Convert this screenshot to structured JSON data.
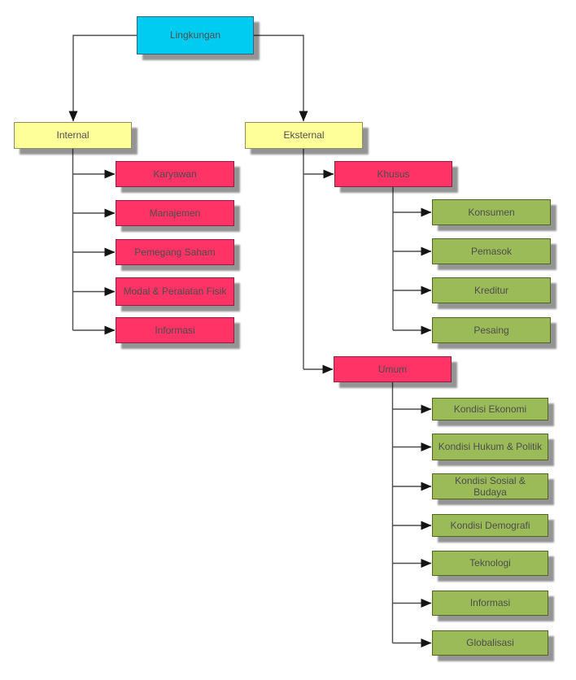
{
  "nodes": {
    "lingkungan": "Lingkungan",
    "internal": "Internal",
    "eksternal": "Eksternal",
    "karyawan": "Karyawan",
    "manajemen": "Manajemen",
    "pemegang_saham": "Pemegang Saham",
    "modal_peralatan_fisik": "Modal & Peralatan Fisik",
    "informasi_internal": "Informasi",
    "khusus": "Khusus",
    "umum": "Umum",
    "konsumen": "Konsumen",
    "pemasok": "Pemasok",
    "kreditur": "Kreditur",
    "pesaing": "Pesaing",
    "kondisi_ekonomi": "Kondisi Ekonomi",
    "kondisi_hukum_politik": "Kondisi Hukum & Politik",
    "kondisi_sosial_budaya": "Kondisi Sosial & Budaya",
    "kondisi_demografi": "Kondisi Demografi",
    "teknologi": "Teknologi",
    "informasi_umum": "Informasi",
    "globalisasi": "Globalisasi"
  },
  "hierarchy": {
    "root": "Lingkungan",
    "children": [
      {
        "label": "Internal",
        "children": [
          "Karyawan",
          "Manajemen",
          "Pemegang Saham",
          "Modal & Peralatan Fisik",
          "Informasi"
        ]
      },
      {
        "label": "Eksternal",
        "children": [
          {
            "label": "Khusus",
            "children": [
              "Konsumen",
              "Pemasok",
              "Kreditur",
              "Pesaing"
            ]
          },
          {
            "label": "Umum",
            "children": [
              "Kondisi Ekonomi",
              "Kondisi Hukum & Politik",
              "Kondisi Sosial & Budaya",
              "Kondisi Demografi",
              "Teknologi",
              "Informasi",
              "Globalisasi"
            ]
          }
        ]
      }
    ]
  },
  "colors": {
    "fill-root": "#00ccf2",
    "stroke-root": "#33647c",
    "fill-level1": "#ffff99",
    "stroke-level1": "#8f8f61",
    "fill-accent": "#ff3366",
    "stroke-accent": "#8b1f44",
    "fill-leaf": "#9bbb59",
    "stroke-leaf": "#50661f",
    "text": "#4d4d4d",
    "wire": "#4d4d4d",
    "arrow": "#141414"
  }
}
